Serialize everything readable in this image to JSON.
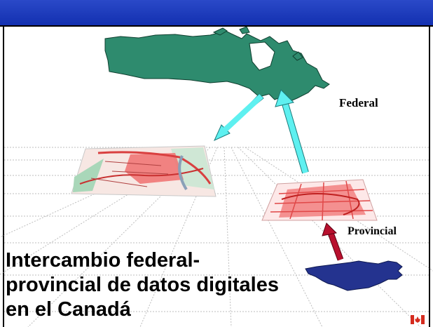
{
  "slide": {
    "title_lines": [
      "Intercambio federal-",
      "provincial de datos digitales",
      "en el Canadá"
    ],
    "labels": {
      "federal": "Federal",
      "provincial": "Provincial"
    }
  },
  "colors": {
    "header_bar": "#1a3bbd",
    "federal_map": "#2e8b6e",
    "provincial_map": "#24338f",
    "arrow_cyan": "#5ef0f0",
    "arrow_red": "#b8102e",
    "map_red": "#f07070"
  },
  "icons": {
    "flag": "canada-flag-icon"
  }
}
